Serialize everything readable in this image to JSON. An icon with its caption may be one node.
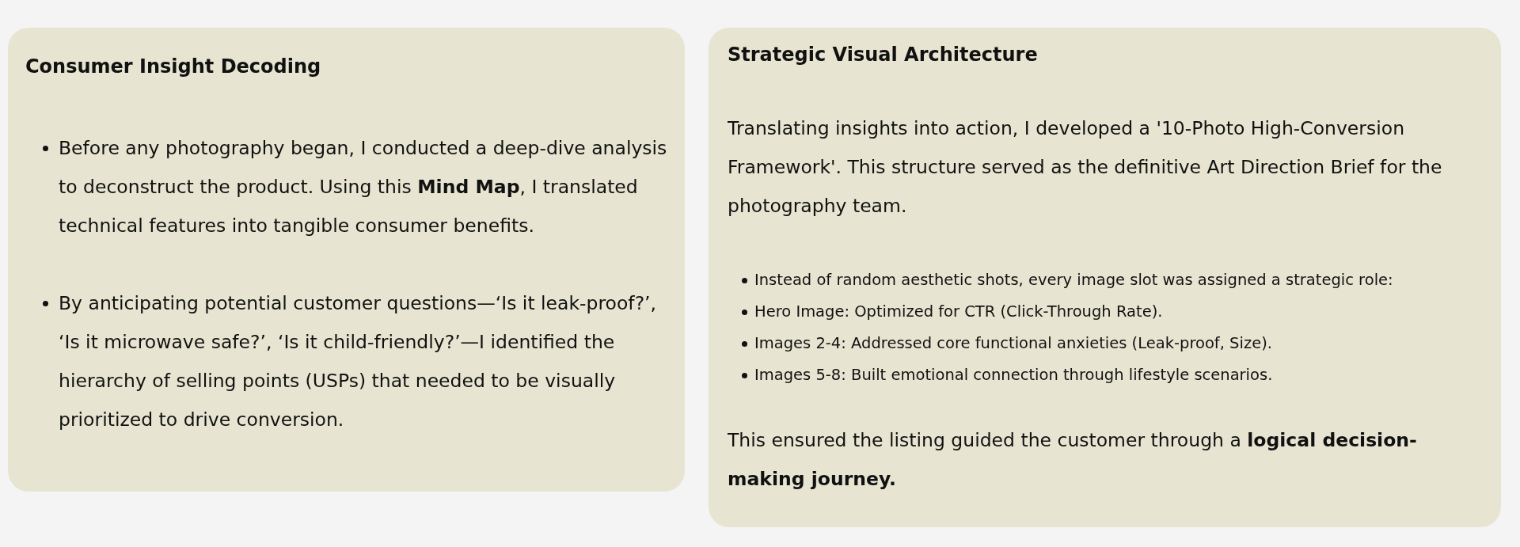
{
  "diagram": {
    "nodes": [
      {
        "text": [
          "Consumer Insight Decoding",
          "Before any photography began, I conducted a deep-dive analysis to deconstruct the product. Using this **Mind Map**, I translated technical features into tangible consumer benefits.",
          "By anticipating potential customer questions—‘Is it leak-proof?’, ‘Is it microwave safe?’, ‘Is it child-friendly?’—I identified the hierarchy of selling points (USPs) that needed to be visually prioritized to drive conversion."
        ]
      },
      {
        "text": [
          "Strategic Visual Architecture",
          "Translating insights into action, I developed a '10-Photo High-Conversion Framework'. This structure served as the definitive Art Direction Brief for the photography team.",
          "Instead of random aesthetic shots, every image slot was assigned a strategic role:",
          "Hero Image: Optimized for CTR (Click-Through Rate).",
          "Images 2-4: Addressed core functional anxieties (Leak-proof, Size).",
          "Images 5-8: Built emotional connection through lifestyle scenarios.",
          "This ensured the listing guided the customer through a **logical decision-making journey.**"
        ]
      }
    ]
  }
}
